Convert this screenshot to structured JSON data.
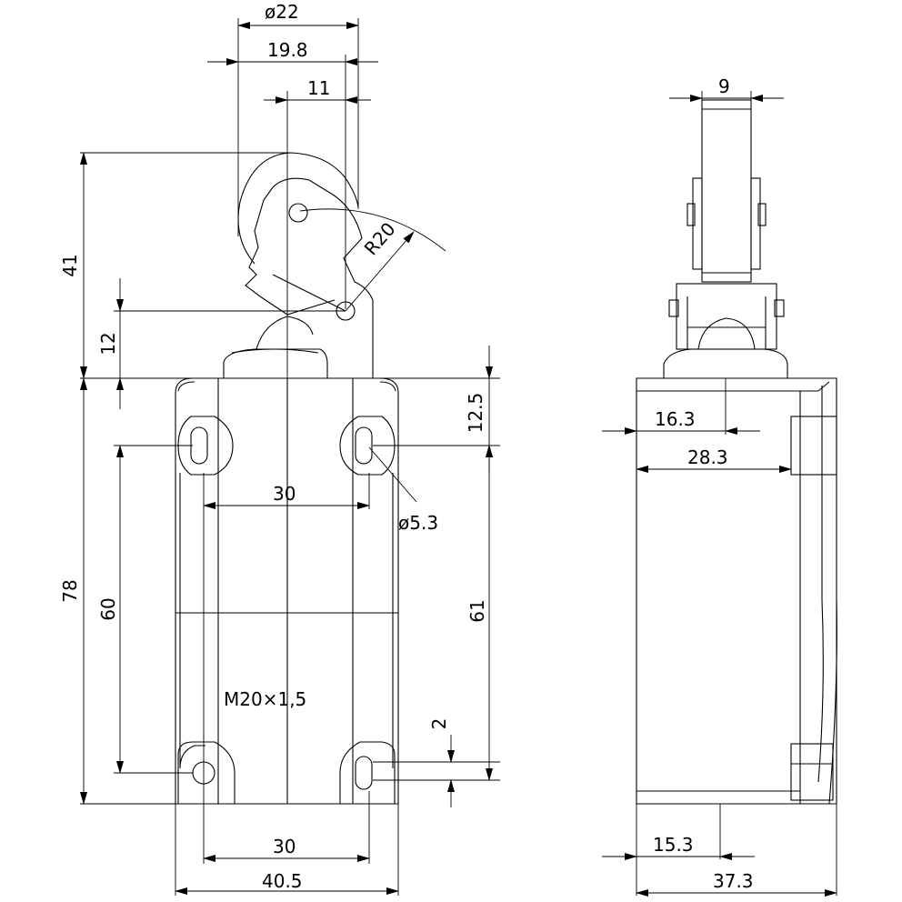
{
  "dimensions": {
    "dia22": "ø22",
    "w19_8": "19.8",
    "w11": "11",
    "h41": "41",
    "h12": "12",
    "r20": "R20",
    "h12_5": "12.5",
    "h78": "78",
    "h60": "60",
    "h61": "61",
    "w30_top": "30",
    "hole_dia": "ø5.3",
    "thread": "M20×1,5",
    "h2": "2",
    "w30_bottom": "30",
    "w40_5": "40.5",
    "w9": "9",
    "w16_3": "16.3",
    "w28_3": "28.3",
    "w15_3": "15.3",
    "w37_3": "37.3"
  }
}
